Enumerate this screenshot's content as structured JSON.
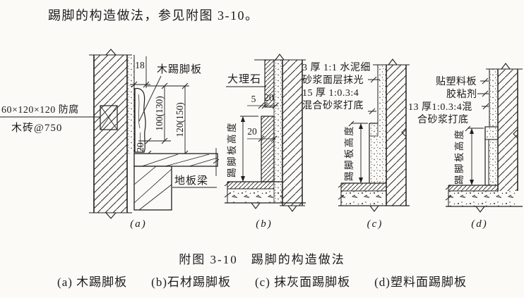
{
  "page": {
    "intro_text": "踢脚的构造做法，参见附图 3-10。",
    "caption_title": "附图 3-10　踢脚的构造做法",
    "caption_items": [
      "(a) 木踢脚板",
      "(b)石材踢脚板",
      "(c) 抹灰面踢脚板",
      "(d)塑料面踢脚板"
    ]
  },
  "colors": {
    "ink": "#1c1c1c",
    "paper": "#fbfaf7"
  },
  "figures": {
    "a": {
      "sub_label": "(a)",
      "dim_18": "18",
      "label_skirting": "木踢脚板",
      "brick_note_line1": "60×120×120 防腐",
      "brick_note_line2": "木砖@750",
      "dim_20": "20",
      "dim_100": "100(130)",
      "dim_120": "120(150)",
      "label_floor_beam": "地板梁"
    },
    "b": {
      "sub_label": "(b)",
      "label_marble": "大理石",
      "dim_5": "5",
      "dim_20_top": "20",
      "dim_20_slab": "20",
      "height_label": "踢脚板高度"
    },
    "c": {
      "sub_label": "(c)",
      "note_line1": "3 厚 1:1 水泥细",
      "note_line2": "砂浆面层抹光",
      "note_line3": "15 厚 1:0.3:4",
      "note_line4": "混合砂浆打底",
      "height_label": "踢脚板高度"
    },
    "d": {
      "sub_label": "(d)",
      "note_line1": "贴塑料板",
      "note_line2": "胶粘剂",
      "note_line3": "13 厚1:0.3:4混",
      "note_line4": "合砂浆打底",
      "height_label": "踢脚板高度"
    }
  }
}
